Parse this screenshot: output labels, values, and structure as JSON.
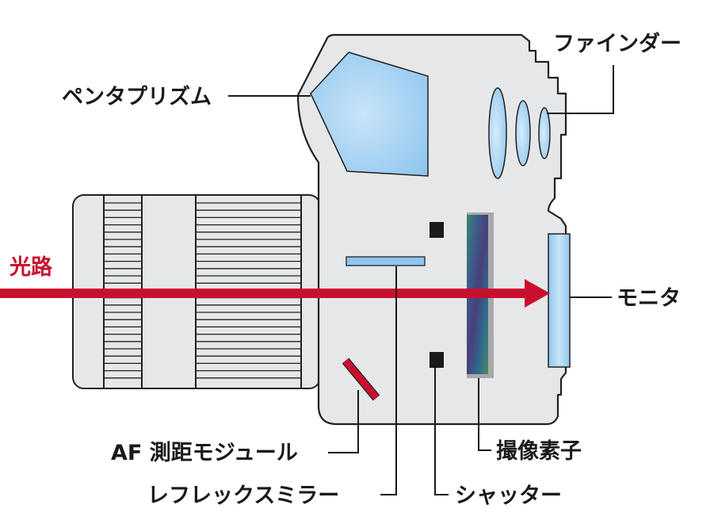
{
  "labels": {
    "pentaprism": "ペンタプリズム",
    "finder": "ファインダー",
    "optical_path": "光路",
    "monitor": "モニタ",
    "af_module": "AF 測距モジュール",
    "reflex_mirror": "レフレックスミラー",
    "shutter": "シャッター",
    "image_sensor": "撮像素子"
  },
  "colors": {
    "body_fill": "#e6e7e8",
    "outline": "#231f20",
    "optics_fill": "#8ec6ef",
    "optics_light": "#c9e4f8",
    "light_path": "#c8102e",
    "af_mirror": "#c8102e",
    "shutter": "#1a1a1a",
    "sensor_frame": "#a7a9ac"
  },
  "icons": [
    "camera-body-cross-section",
    "lens-barrel",
    "pentaprism-shape",
    "finder-lenses",
    "arrow-right"
  ]
}
